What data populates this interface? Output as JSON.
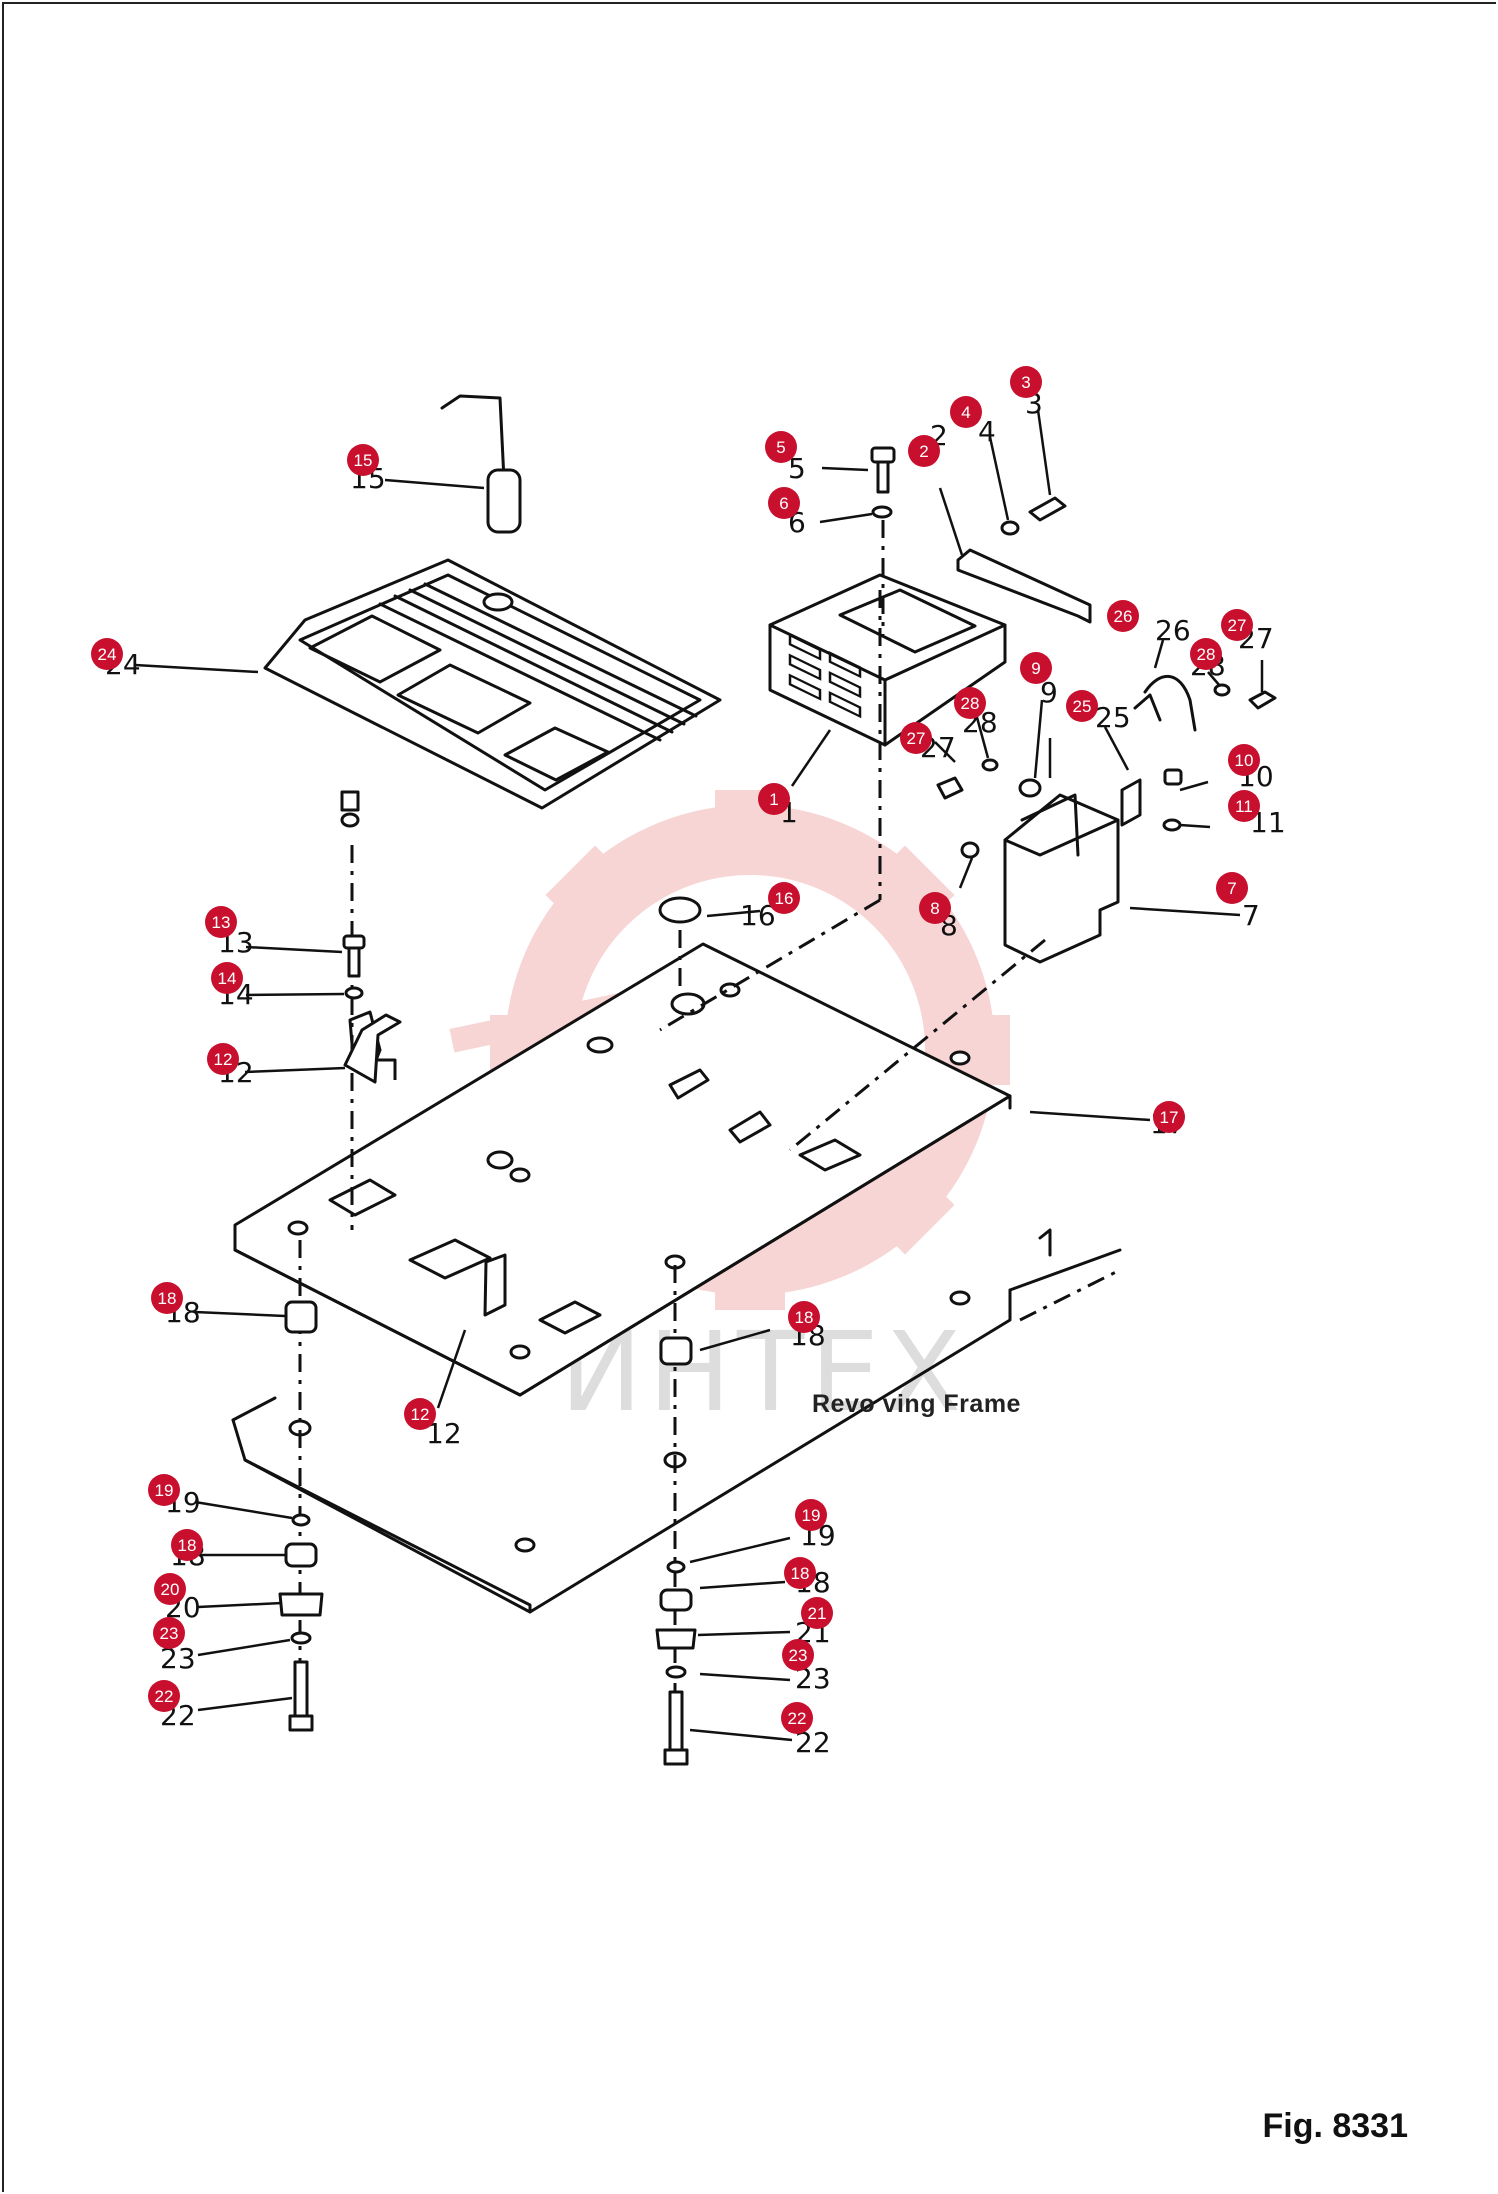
{
  "figure_label": "Fig. 8331",
  "frame_caption": "Revo ving Frame",
  "watermark_text": "ИНТЕХ",
  "colors": {
    "marker": "#c8102e",
    "ink": "#111111",
    "watermark": "#f4b4b4"
  },
  "parts": [
    {
      "marker": "1",
      "label": "1"
    },
    {
      "marker": "2",
      "label": "2"
    },
    {
      "marker": "3",
      "label": "3"
    },
    {
      "marker": "4",
      "label": "4"
    },
    {
      "marker": "5",
      "label": "5"
    },
    {
      "marker": "6",
      "label": "6"
    },
    {
      "marker": "7",
      "label": "7"
    },
    {
      "marker": "8",
      "label": "8"
    },
    {
      "marker": "9",
      "label": "9"
    },
    {
      "marker": "10",
      "label": "10"
    },
    {
      "marker": "11",
      "label": "11"
    },
    {
      "marker": "12",
      "label": "12"
    },
    {
      "marker": "12",
      "label": "12"
    },
    {
      "marker": "13",
      "label": "13"
    },
    {
      "marker": "14",
      "label": "14"
    },
    {
      "marker": "15",
      "label": "15"
    },
    {
      "marker": "16",
      "label": "16"
    },
    {
      "marker": "17",
      "label": "17"
    },
    {
      "marker": "18",
      "label": "18"
    },
    {
      "marker": "18",
      "label": "18"
    },
    {
      "marker": "18",
      "label": "18"
    },
    {
      "marker": "18",
      "label": "18"
    },
    {
      "marker": "19",
      "label": "19"
    },
    {
      "marker": "19",
      "label": "19"
    },
    {
      "marker": "20",
      "label": "20"
    },
    {
      "marker": "21",
      "label": "21"
    },
    {
      "marker": "22",
      "label": "22"
    },
    {
      "marker": "22",
      "label": "22"
    },
    {
      "marker": "23",
      "label": "23"
    },
    {
      "marker": "23",
      "label": "23"
    },
    {
      "marker": "24",
      "label": "24"
    },
    {
      "marker": "25",
      "label": "25"
    },
    {
      "marker": "26",
      "label": "26"
    },
    {
      "marker": "27",
      "label": "27"
    },
    {
      "marker": "27",
      "label": "27"
    },
    {
      "marker": "28",
      "label": "28"
    },
    {
      "marker": "28",
      "label": "28"
    }
  ]
}
